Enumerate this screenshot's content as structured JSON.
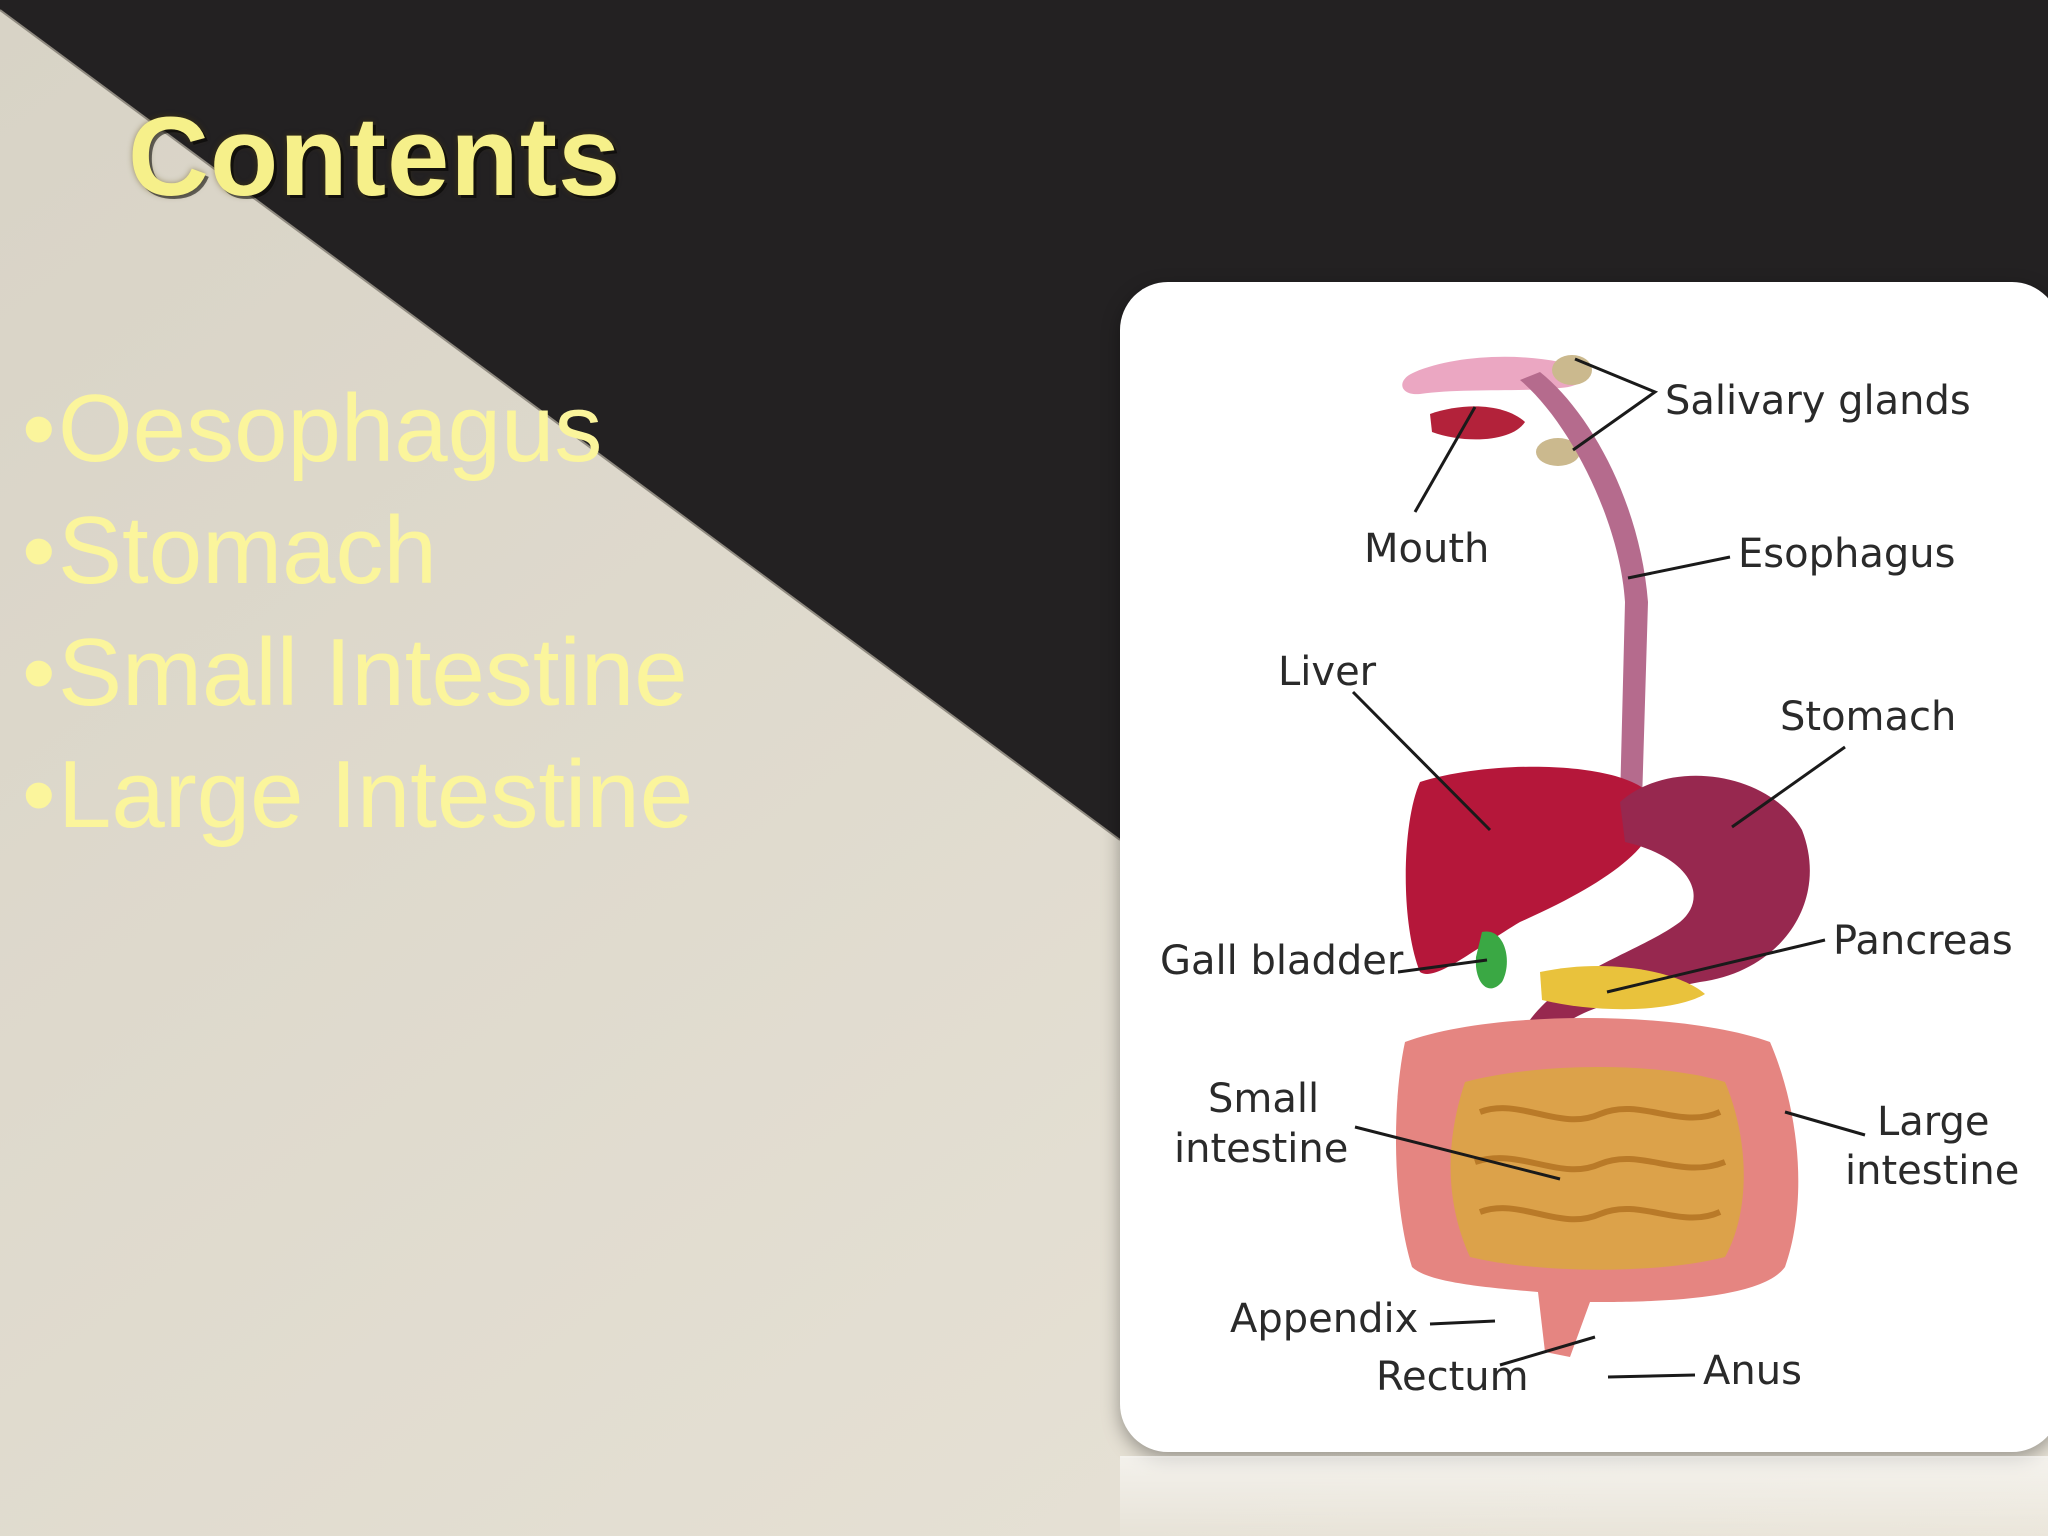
{
  "slide": {
    "title": "Contents",
    "bullets": [
      {
        "bullet": "•",
        "text": "Oesophagus"
      },
      {
        "bullet": "•",
        "text": "Stomach"
      },
      {
        "bullet": "•",
        "text": "Small Intestine"
      },
      {
        "bullet": "•",
        "text": "Large Intestine"
      }
    ]
  },
  "diagram": {
    "labels": {
      "salivary_glands": "Salivary glands",
      "mouth": "Mouth",
      "esophagus": "Esophagus",
      "liver": "Liver",
      "stomach": "Stomach",
      "gall_bladder": "Gall bladder",
      "pancreas": "Pancreas",
      "small_intestine_1": "Small",
      "small_intestine_2": "intestine",
      "large_intestine_1": "Large",
      "large_intestine_2": "intestine",
      "appendix": "Appendix",
      "rectum": "Rectum",
      "anus": "Anus"
    }
  },
  "colors": {
    "title": "#f6f08a",
    "bullet_text": "#fbf59c",
    "dark_background": "#232122",
    "light_background": "#e4dfd3"
  }
}
